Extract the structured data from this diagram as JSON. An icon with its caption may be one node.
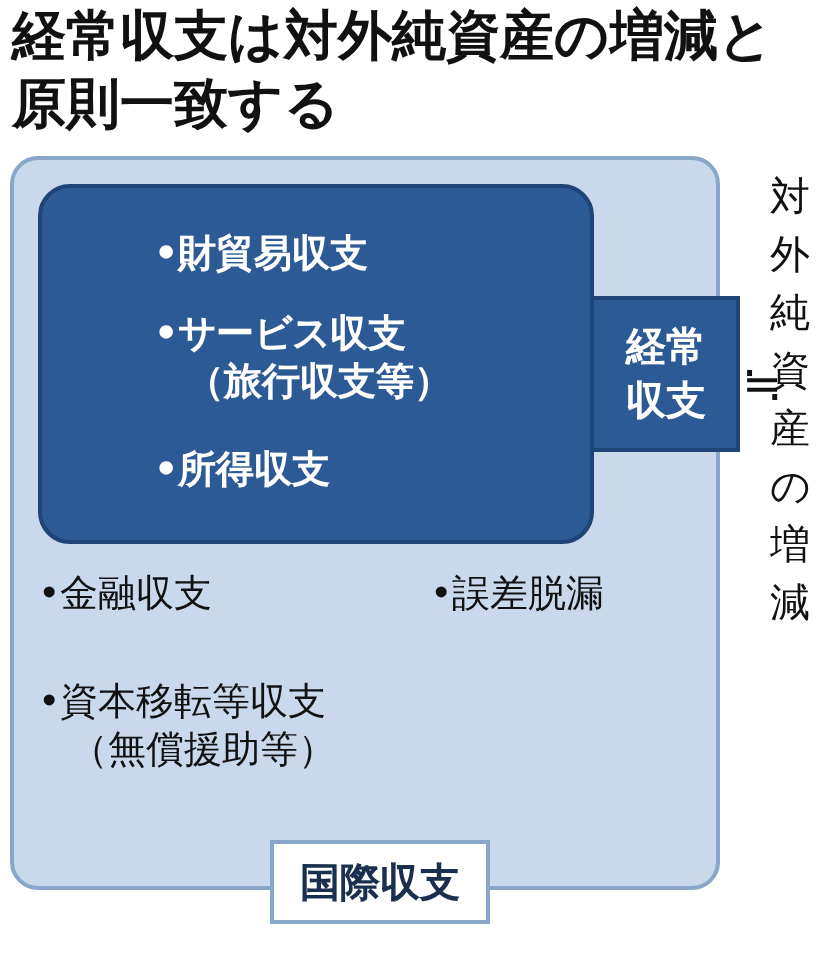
{
  "diagram": {
    "title": "経常収支は対外純資産の増減と原則一致する",
    "nodes": [
      {
        "text": [
          "•金融収支",
          "•誤差脱漏",
          "•資本移転等収支（無償援助等）"
        ]
      },
      {
        "text": [
          "•財貿易収支",
          "•サービス収支（旅行収支等）",
          "•所得収支"
        ],
        "in": 0
      },
      {
        "text": [
          "経常収支"
        ]
      },
      {
        "text": [
          "国際収支"
        ]
      }
    ],
    "labels": [
      "≒",
      "対外純資産の増減"
    ]
  }
}
